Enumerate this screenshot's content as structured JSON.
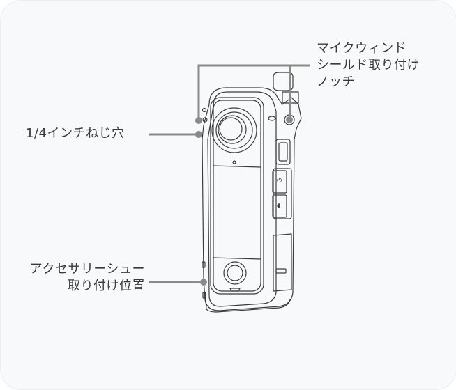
{
  "diagram": {
    "subject": "camera-cage-with-camera",
    "callouts": [
      {
        "id": "mic-windshield-notch",
        "lines": [
          "マイクウィンド",
          "シールド取り付け",
          "ノッチ"
        ]
      },
      {
        "id": "quarter-inch-screw-hole",
        "lines": [
          "1/4インチねじ穴"
        ]
      },
      {
        "id": "accessory-shoe-mount",
        "lines": [
          "アクセサリーシュー",
          "取り付け位置"
        ]
      }
    ],
    "colors": {
      "background": "#f8f9fb",
      "leader_line": "#8a8a8a",
      "outline": "#3c3c3c",
      "text": "#3a3a3a"
    }
  }
}
